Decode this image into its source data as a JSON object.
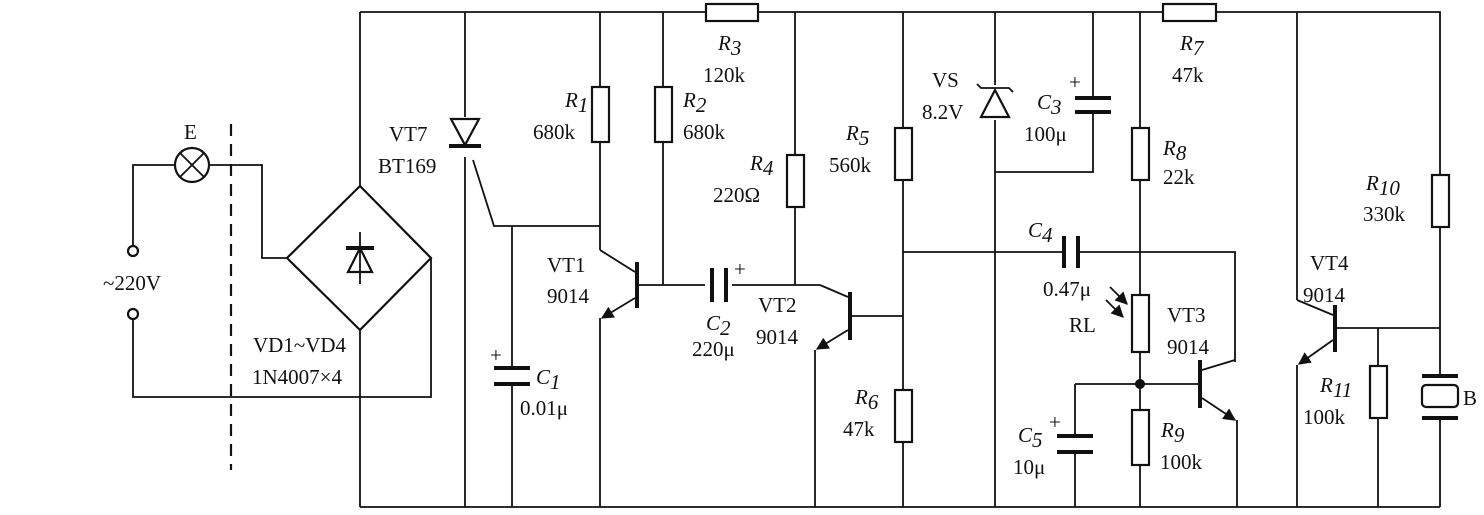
{
  "colors": {
    "ink": "#111111",
    "background": "#ffffff"
  },
  "labels": {
    "lamp": "E",
    "supply": "~220V",
    "bridge_name": "VD1~VD4",
    "bridge_part": "1N4007×4",
    "scr_name": "VT7",
    "scr_part": "BT169",
    "c1_value": "0.01μ",
    "vt1_name": "VT1",
    "vt1_part": "9014",
    "r1_value": "680k",
    "r2_value": "680k",
    "r3_value": "120k",
    "r4_value": "220Ω",
    "c2_value": "220μ",
    "vt2_name": "VT2",
    "vt2_part": "9014",
    "r5_value": "560k",
    "r6_value": "47k",
    "vs_name": "VS",
    "vs_value": "8.2V",
    "c3_value": "100μ",
    "r7_value": "47k",
    "r8_value": "22k",
    "c4_value": "0.47μ",
    "rl_name": "RL",
    "vt3_name": "VT3",
    "vt3_part": "9014",
    "c5_value": "10μ",
    "r9_value": "100k",
    "r10_value": "330k",
    "vt4_name": "VT4",
    "vt4_part": "9014",
    "r11_value": "100k",
    "buzzer_name": "B",
    "plus": "+"
  },
  "refs": {
    "r_letter": "R",
    "c_letter": "C",
    "n1": "1",
    "n2": "2",
    "n3": "3",
    "n4": "4",
    "n5": "5",
    "n6": "6",
    "n7": "7",
    "n8": "8",
    "n9": "9",
    "n10": "10",
    "n11": "11"
  }
}
